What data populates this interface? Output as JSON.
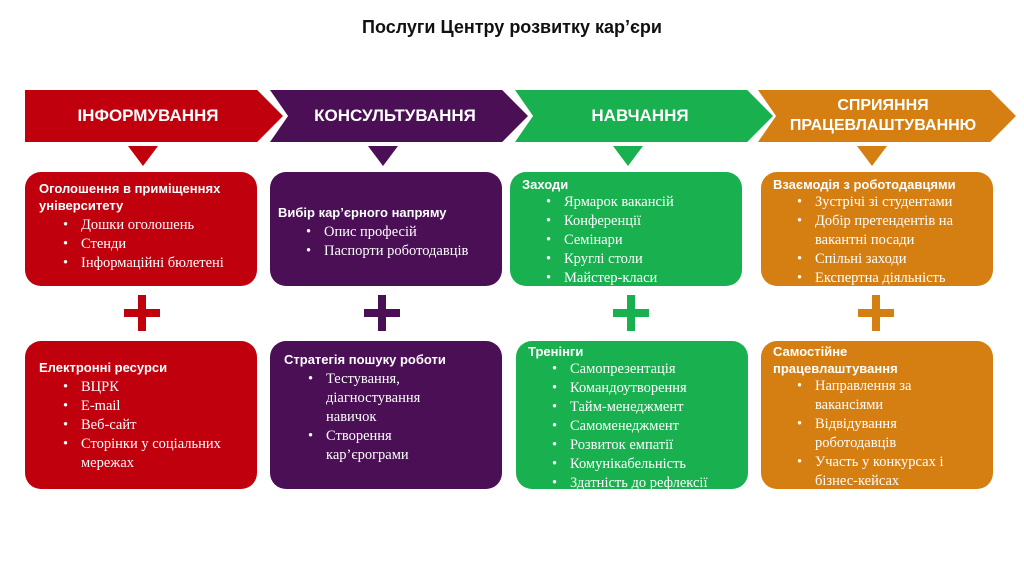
{
  "title": "Послуги Центру розвитку кар’єри",
  "colors": {
    "red": "#c0000d",
    "purple": "#4a0f55",
    "green": "#19b04f",
    "orange": "#d57f12"
  },
  "columns": [
    {
      "header": "ІНФОРМУВАННЯ",
      "top": {
        "heading": "Оголошення в приміщеннях університету",
        "items": [
          "Дошки оголошень",
          "Стенди",
          "Інформаційні бюлетені"
        ]
      },
      "bottom": {
        "heading": "Електронні ресурси",
        "items": [
          "ВЦРК",
          "E-mail",
          "Веб-сайт",
          "Сторінки у соціальних мережах"
        ]
      }
    },
    {
      "header": "КОНСУЛЬТУВАННЯ",
      "top": {
        "heading": "Вибір кар’єрного напряму",
        "items": [
          "Опис професій",
          "Паспорти роботодавців"
        ]
      },
      "bottom": {
        "heading": "Стратегія пошуку роботи",
        "items": [
          "Тестування, діагностування навичок",
          "Створення кар’єрограми"
        ]
      }
    },
    {
      "header": "НАВЧАННЯ",
      "top": {
        "heading": "Заходи",
        "items": [
          "Ярмарок вакансій",
          "Конференції",
          "Семінари",
          "Круглі столи",
          "Майстер-класи"
        ]
      },
      "bottom": {
        "heading": "Тренінги",
        "items": [
          "Самопрезентація",
          "Командоутворення",
          "Тайм-менеджмент",
          "Самоменеджмент",
          "Розвиток емпатії",
          "Комунікабельність",
          "Здатність до рефлексії"
        ]
      }
    },
    {
      "header": "СПРИЯННЯ ПРАЦЕВЛАШТУВАННЮ",
      "top": {
        "heading": "Взаємодія з роботодавцями",
        "items": [
          "Зустрічі зі студентами",
          "Добір претендентів на вакантні посади",
          "Спільні заходи",
          "Експертна діяльність"
        ]
      },
      "bottom": {
        "heading": "Самостійне працевлаштування",
        "items": [
          "Направлення за вакансіями",
          "Відвідування роботодавців",
          "Участь у конкурсах і бізнес-кейсах"
        ]
      }
    }
  ]
}
